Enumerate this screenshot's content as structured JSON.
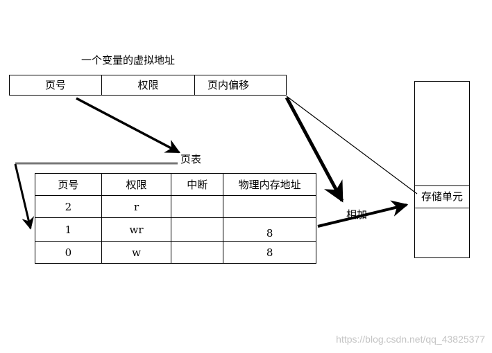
{
  "diagram": {
    "virtual_address_title": "一个变量的虚拟地址",
    "virtual_address_fields": [
      "页号",
      "权限",
      "页内偏移"
    ],
    "page_table_label": "页表",
    "page_table": {
      "headers": [
        "页号",
        "权限",
        "中断",
        "物理内存地址"
      ],
      "rows": [
        [
          "2",
          "r",
          "",
          ""
        ],
        [
          "1",
          "wr",
          "",
          "8"
        ],
        [
          "0",
          "w",
          "",
          "8"
        ]
      ]
    },
    "add_label": "相加",
    "storage_unit_label": "存储单元"
  },
  "watermark": "https://blog.csdn.net/qq_43825377",
  "colors": {
    "stroke": "#000000",
    "watermark": "#c4c4c4",
    "background": "#ffffff"
  }
}
